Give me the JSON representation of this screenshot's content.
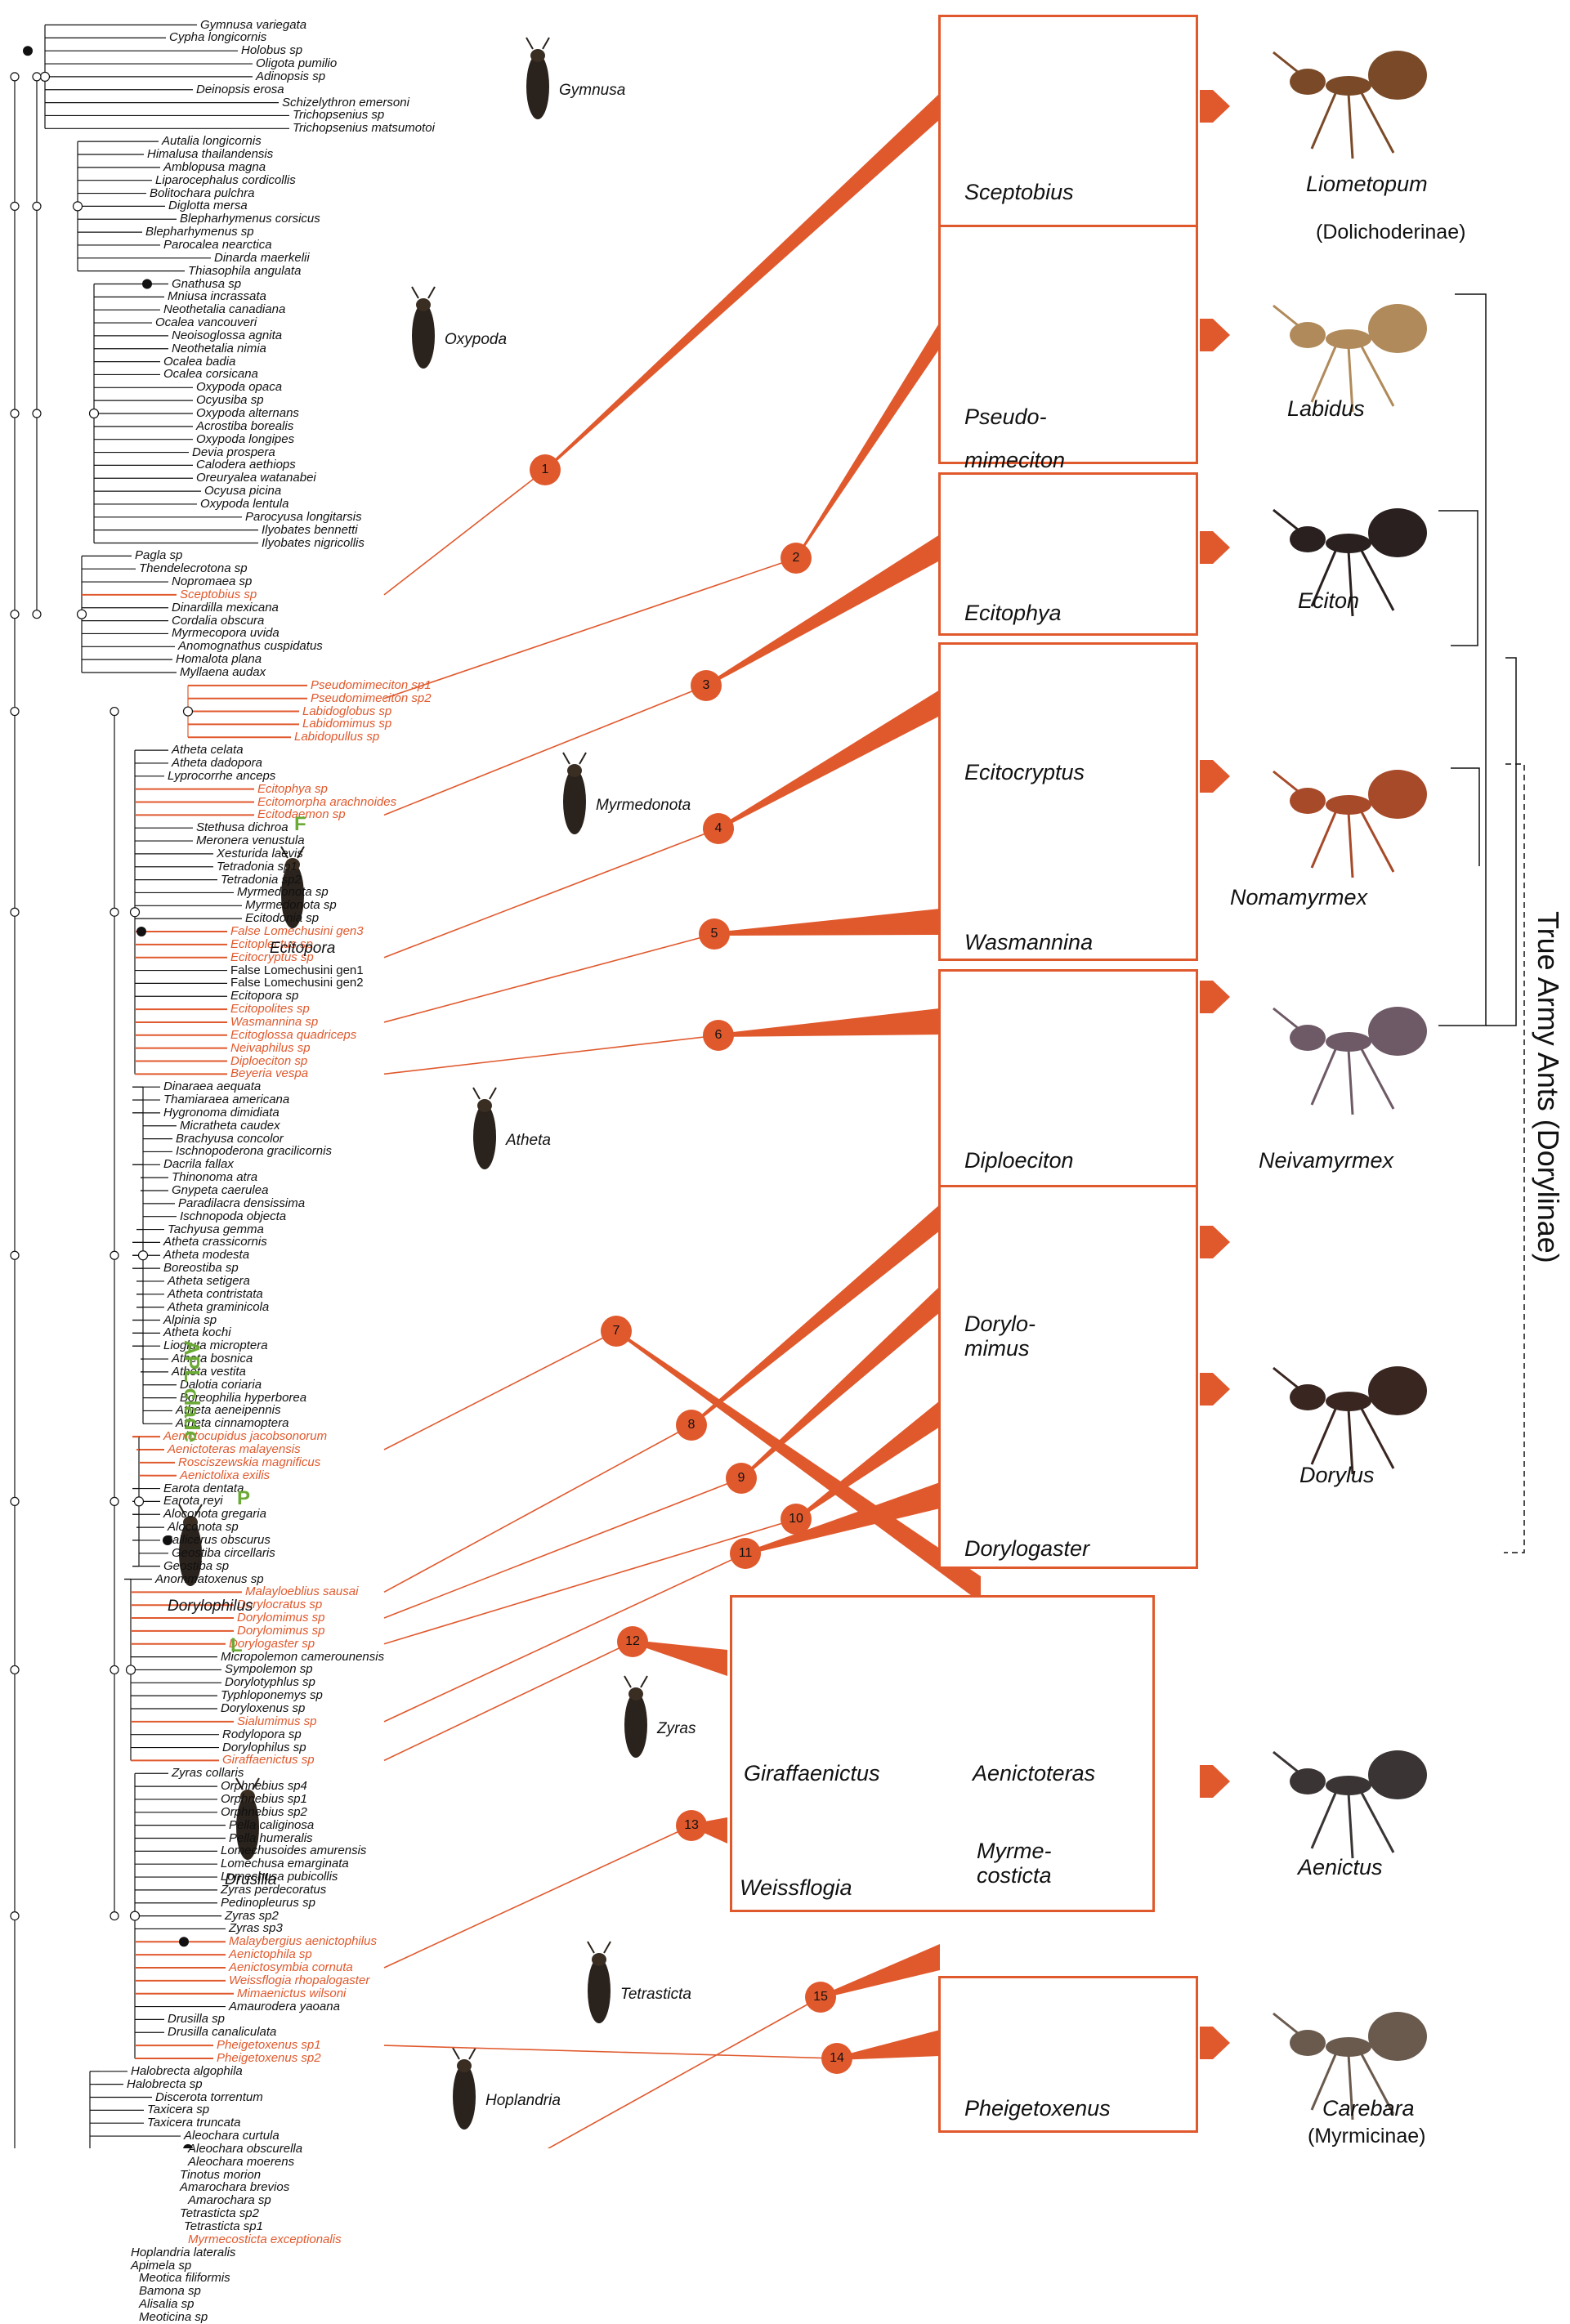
{
  "colors": {
    "accent": "#e0592d",
    "clade": "#6aaa35",
    "text": "#111111",
    "branch": "#111111"
  },
  "taxa": [
    "Gymnusa variegata",
    "Cypha longicornis",
    "Holobus sp",
    "Oligota pumilio",
    "Adinopsis sp",
    "Deinopsis erosa",
    "Schizelythron emersoni",
    "Trichopsenius sp",
    "Trichopsenius matsumotoi",
    "Autalia longicornis",
    "Himalusa thailandensis",
    "Amblopusa magna",
    "Liparocephalus cordicollis",
    "Bolitochara pulchra",
    "Diglotta mersa",
    "Blepharhymenus corsicus",
    "Blepharhymenus sp",
    "Parocalea nearctica",
    "Dinarda maerkelii",
    "Thiasophila angulata",
    "Gnathusa sp",
    "Mniusa incrassata",
    "Neothetalia canadiana",
    "Ocalea vancouveri",
    "Neoisoglossa agnita",
    "Neothetalia nimia",
    "Ocalea badia",
    "Ocalea corsicana",
    "Oxypoda opaca",
    "Ocyusiba sp",
    "Oxypoda alternans",
    "Acrostiba borealis",
    "Oxypoda longipes",
    "Devia prospera",
    "Calodera aethiops",
    "Oreuryalea watanabei",
    "Ocyusa picina",
    "Oxypoda lentula",
    "Parocyusa longitarsis",
    "Ilyobates bennetti",
    "Ilyobates nigricollis",
    "Pagla sp",
    "Thendelecrotona sp",
    "Nopromaea sp",
    "Sceptobius sp",
    "Dinardilla mexicana",
    "Cordalia obscura",
    "Myrmecopora uvida",
    "Anomognathus cuspidatus",
    "Homalota plana",
    "Myllaena audax",
    "Pseudomimeciton sp1",
    "Pseudomimeciton sp2",
    "Labidoglobus sp",
    "Labidomimus sp",
    "Labidopullus sp",
    "Atheta celata",
    "Atheta dadopora",
    "Lyprocorrhe anceps",
    "Ecitophya sp",
    "Ecitomorpha arachnoides",
    "Ecitodaemon sp",
    "Stethusa dichroa",
    "Meronera venustula",
    "Xesturida laevis",
    "Tetradonia sp1",
    "Tetradonia sp2",
    "Myrmedonota sp",
    "Myrmedonota sp",
    "Ecitodonia sp",
    "False Lomechusini gen3",
    "Ecitoplectus sp",
    "Ecitocryptus sp",
    "False Lomechusini gen1",
    "False Lomechusini gen2",
    "Ecitopora sp",
    "Ecitopolites sp",
    "Wasmannina sp",
    "Ecitoglossa quadriceps",
    "Neivaphilus sp",
    "Diploeciton sp",
    "Beyeria vespa",
    "Dinaraea aequata",
    "Thamiaraea americana",
    "Hygronoma dimidiata",
    "Micratheta caudex",
    "Brachyusa concolor",
    "Ischnopoderona gracilicornis",
    "Dacrila fallax",
    "Thinonoma atra",
    "Gnypeta caerulea",
    "Paradilacra densissima",
    "Ischnopoda objecta",
    "Tachyusa gemma",
    "Atheta crassicornis",
    "Atheta modesta",
    "Boreostiba sp",
    "Atheta setigera",
    "Atheta contristata",
    "Atheta graminicola",
    "Alpinia sp",
    "Atheta kochi",
    "Liogluta microptera",
    "Atheta bosnica",
    "Atheta vestita",
    "Dalotia coriaria",
    "Boreophilia hyperborea",
    "Atheta aeneipennis",
    "Atheta cinnamoptera",
    "Aenictocupidus jacobsonorum",
    "Aenictoteras malayensis",
    "Rosciszewskia magnificus",
    "Aenictolixa exilis",
    "Earota dentata",
    "Earota reyi",
    "Aloconota gregaria",
    "Aloconota sp",
    "Callicerus obscurus",
    "Geostiba circellaris",
    "Geostiba sp",
    "Anommatoxenus sp",
    "Malayloeblius sausai",
    "Dorylocratus sp",
    "Dorylomimus sp",
    "Dorylomimus sp",
    "Dorylogaster sp",
    "Micropolemon camerounensis",
    "Sympolemon sp",
    "Dorylotyphlus sp",
    "Typhloponemys sp",
    "Doryloxenus sp",
    "Sialumimus sp",
    "Rodylopora sp",
    "Dorylophilus sp",
    "Giraffaenictus sp",
    "Zyras collaris",
    "Orphnebius sp4",
    "Orphnebius sp1",
    "Orphnebius sp2",
    "Pella caliginosa",
    "Pella humeralis",
    "Lomechusoides amurensis",
    "Lomechusa emarginata",
    "Lomechusa pubicollis",
    "Zyras perdecoratus",
    "Pedinopleurus sp",
    "Zyras sp2",
    "Zyras sp3",
    "Malaybergius aenictophilus",
    "Aenictophila sp",
    "Aenictosymbia cornuta",
    "Weissflogia rhopalogaster",
    "Mimaenictus wilsoni",
    "Amaurodera yaoana",
    "Drusilla sp",
    "Drusilla canaliculata",
    "Pheigetoxenus sp1",
    "Pheigetoxenus sp2",
    "Halobrecta algophila",
    "Halobrecta sp",
    "Discerota torrentum",
    "Taxicera sp",
    "Taxicera truncata",
    "Aleochara curtula",
    "Aleochara obscurella",
    "Aleochara moerens",
    "Tinotus morion",
    "Amarochara brevios",
    "Amarochara sp",
    "Tetrasticta sp2",
    "Tetrasticta sp1",
    "Myrmecosticta exceptionalis",
    "Hoplandria lateralis",
    "Apimela sp",
    "Meotica filiformis",
    "Bamona sp",
    "Alisalia sp",
    "Meoticina sp"
  ],
  "beetles": [
    "Gymnusa",
    "Oxypoda",
    "Myrmedonota",
    "Ecitopora",
    "Atheta",
    "Dorylophilus",
    "Zyras",
    "Drusilla",
    "Tetrasticta",
    "Hoplandria"
  ],
  "clades": {
    "F": "F",
    "P": "P",
    "L": "L",
    "apl": "APL clade"
  },
  "badges": [
    "1",
    "2",
    "3",
    "4",
    "5",
    "6",
    "7",
    "8",
    "9",
    "10",
    "11",
    "12",
    "13",
    "14",
    "15"
  ],
  "mimics": [
    "Sceptobius",
    "Pseudo-",
    "mimeciton",
    "Ecitophya",
    "Ecitocryptus",
    "Wasmannina",
    "Diploeciton",
    "Dorylo-",
    "mimus",
    "Dorylogaster",
    "Giraffaenictus",
    "Aenictoteras",
    "Weissflogia",
    "Myrme-",
    "costicta",
    "Pheigetoxenus"
  ],
  "ants": [
    "Liometopum",
    "(Dolichoderinae)",
    "Labidus",
    "Eciton",
    "Nomamyrmex",
    "Neivamyrmex",
    "Dorylus",
    "Aenictus",
    "Carebara",
    "(Myrmicinae)"
  ],
  "army_ant_title": "True Army Ants (Dorylinae)"
}
